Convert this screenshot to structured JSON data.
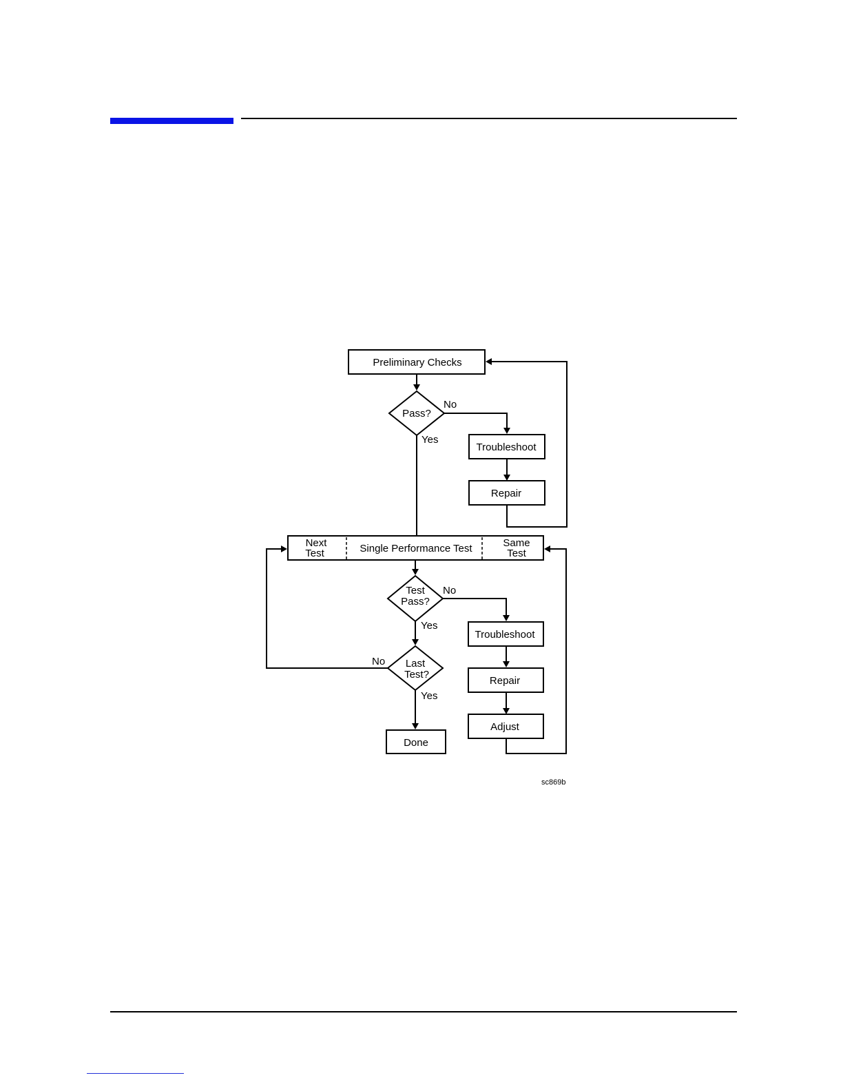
{
  "colors": {
    "accent_bar": "#0a14e6",
    "link_rule": "#2230d8"
  },
  "flowchart": {
    "preliminary_checks": "Preliminary Checks",
    "pass_q": "Pass?",
    "no_1": "No",
    "yes_1": "Yes",
    "troubleshoot_1": "Troubleshoot",
    "repair_1": "Repair",
    "next_test_1": "Next",
    "next_test_2": "Test",
    "single_test": "Single Performance Test",
    "same_test_1": "Same",
    "same_test_2": "Test",
    "test_pass_1": "Test",
    "test_pass_2": "Pass?",
    "no_2": "No",
    "yes_2": "Yes",
    "troubleshoot_2": "Troubleshoot",
    "repair_2": "Repair",
    "adjust": "Adjust",
    "last_test_1": "Last",
    "last_test_2": "Test?",
    "no_3": "No",
    "yes_3": "Yes",
    "done": "Done",
    "figure_id": "sc869b"
  }
}
